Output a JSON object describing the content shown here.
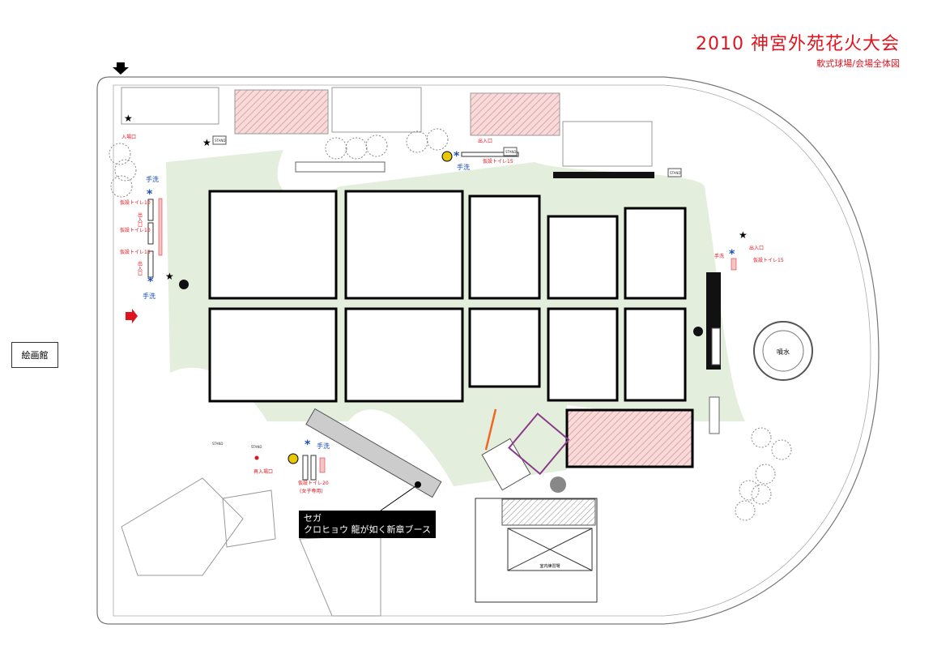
{
  "header": {
    "title": "2010 神宮外苑花火大会",
    "subtitle": "軟式球場/会場全体図"
  },
  "landmarks": {
    "museum": "絵画館",
    "fountain": "噴水",
    "indoor_practice": "室内練習場"
  },
  "entrances": {
    "entry": "入場口",
    "reentry": "再入場口",
    "exit_in_out": "出入口"
  },
  "facilities": {
    "handwash": "手洗",
    "toilet10": "仮設トイレ10",
    "toilet15": "仮設トイレ15",
    "toilet20": "仮設トイレ20",
    "toilet20_note": "(女子専用)",
    "stand": "STAND"
  },
  "booth": {
    "line1": "セガ",
    "line2": "クロヒョウ 龍が如く新章ブース"
  },
  "colors": {
    "red": "#e0141e",
    "green": "#e3eedc",
    "blue": "#1a4fb5",
    "hatch": "#f2c6c6"
  }
}
